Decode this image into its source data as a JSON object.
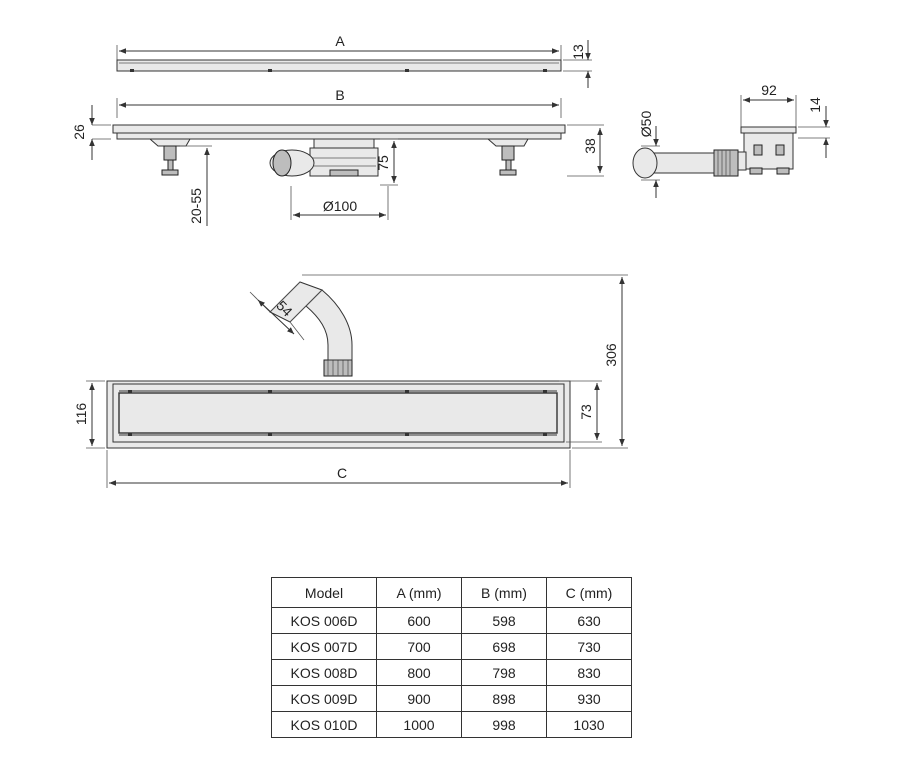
{
  "dimensions": {
    "top_A": "A",
    "top_13": "13",
    "side_B": "B",
    "side_26": "26",
    "side_38": "38",
    "side_75": "75",
    "side_20_55": "20-55",
    "side_d100": "Ø100",
    "end_92": "92",
    "end_14": "14",
    "end_d50": "Ø50",
    "plan_54": "54",
    "plan_306": "306",
    "plan_116": "116",
    "plan_73": "73",
    "plan_C": "C"
  },
  "table": {
    "headers": [
      "Model",
      "A (mm)",
      "B (mm)",
      "C (mm)"
    ],
    "rows": [
      [
        "KOS 006D",
        "600",
        "598",
        "630"
      ],
      [
        "KOS 007D",
        "700",
        "698",
        "730"
      ],
      [
        "KOS 008D",
        "800",
        "798",
        "830"
      ],
      [
        "KOS 009D",
        "900",
        "898",
        "930"
      ],
      [
        "KOS 010D",
        "1000",
        "998",
        "1030"
      ]
    ]
  }
}
